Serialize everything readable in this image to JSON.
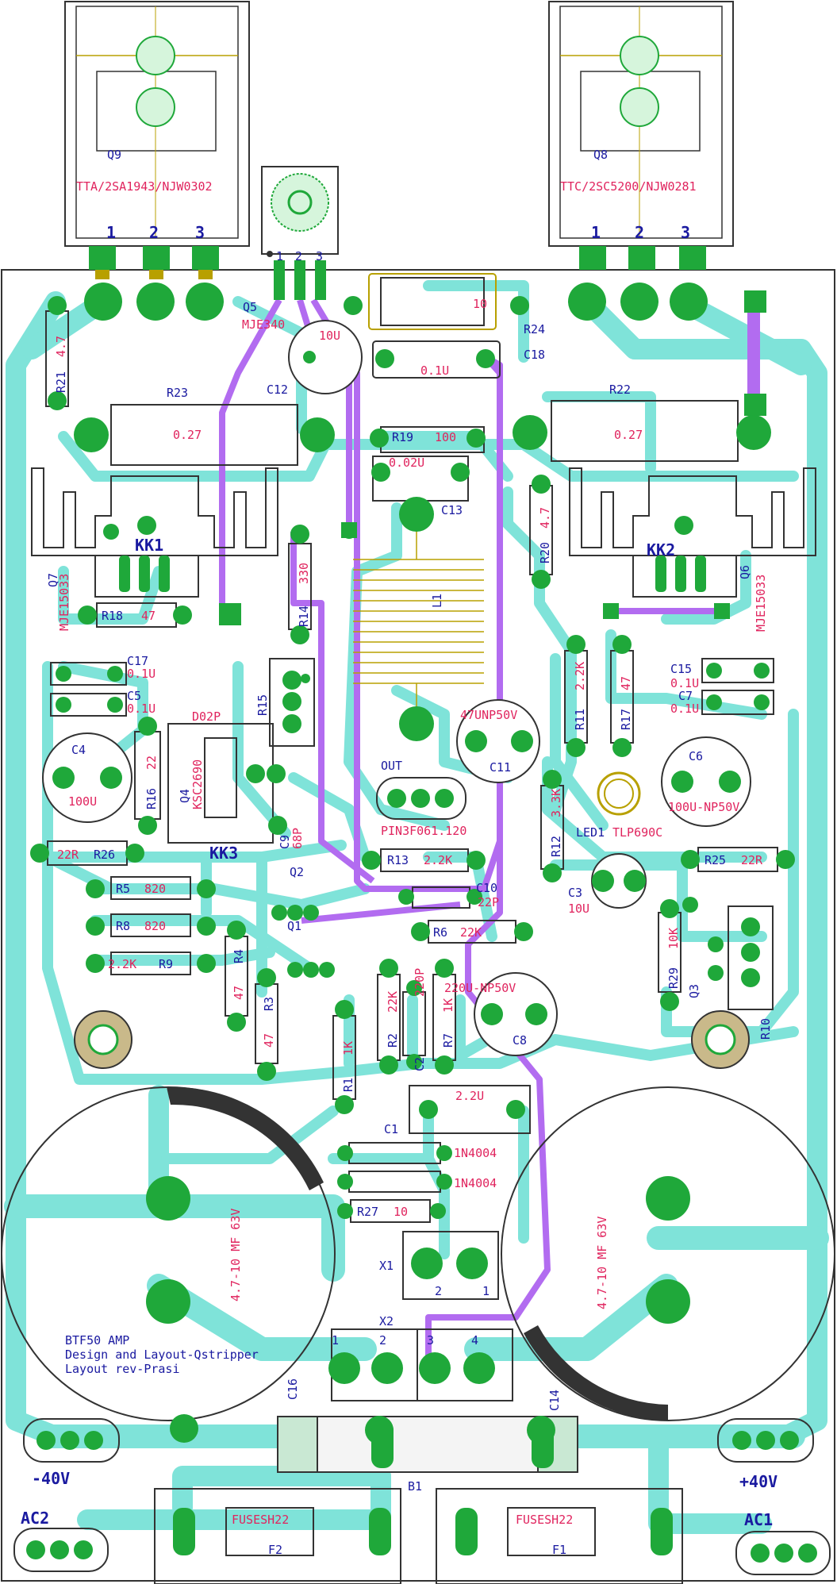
{
  "colors": {
    "trace": "#7fe3d9",
    "top_trace": "#b26cf0",
    "pad": "#1fa83a",
    "outline": "#333333",
    "blue_label": "#1a1aa0",
    "red_label": "#e0245e",
    "pin_gold": "#b8a000"
  },
  "labels": [
    {
      "id": "q9",
      "text": "Q9",
      "color": "blue"
    },
    {
      "id": "q9v",
      "text": "TTA/2SA1943/NJW0302",
      "color": "red"
    },
    {
      "id": "q8",
      "text": "Q8",
      "color": "blue"
    },
    {
      "id": "q8v",
      "text": "TTC/2SC5200/NJW0281",
      "color": "red"
    },
    {
      "id": "q9p1",
      "text": "1",
      "color": "blue"
    },
    {
      "id": "q9p2",
      "text": "2",
      "color": "blue"
    },
    {
      "id": "q9p3",
      "text": "3",
      "color": "blue"
    },
    {
      "id": "q8p1",
      "text": "1",
      "color": "blue"
    },
    {
      "id": "q8p2",
      "text": "2",
      "color": "blue"
    },
    {
      "id": "q8p3",
      "text": "3",
      "color": "blue"
    },
    {
      "id": "r15p1",
      "text": "1",
      "color": "blue"
    },
    {
      "id": "r15p2",
      "text": "2",
      "color": "blue"
    },
    {
      "id": "r15p3",
      "text": "3",
      "color": "blue"
    },
    {
      "id": "q5",
      "text": "Q5",
      "color": "blue"
    },
    {
      "id": "q5v",
      "text": "MJE340",
      "color": "red"
    },
    {
      "id": "c12v",
      "text": "10U",
      "color": "red"
    },
    {
      "id": "c12",
      "text": "C12",
      "color": "blue"
    },
    {
      "id": "r24v",
      "text": "10",
      "color": "red"
    },
    {
      "id": "r24",
      "text": "R24",
      "color": "blue"
    },
    {
      "id": "c18v",
      "text": "0.1U",
      "color": "red"
    },
    {
      "id": "c18",
      "text": "C18",
      "color": "blue"
    },
    {
      "id": "r21",
      "text": "R21",
      "color": "blue"
    },
    {
      "id": "r21v",
      "text": "4.7",
      "color": "red"
    },
    {
      "id": "r23",
      "text": "R23",
      "color": "blue"
    },
    {
      "id": "r23v",
      "text": "0.27",
      "color": "red"
    },
    {
      "id": "r22",
      "text": "R22",
      "color": "blue"
    },
    {
      "id": "r22v",
      "text": "0.27",
      "color": "red"
    },
    {
      "id": "r19",
      "text": "R19",
      "color": "blue"
    },
    {
      "id": "r19v",
      "text": "100",
      "color": "red"
    },
    {
      "id": "c13v",
      "text": "0.02U",
      "color": "red"
    },
    {
      "id": "c13",
      "text": "C13",
      "color": "blue"
    },
    {
      "id": "r20",
      "text": "R20",
      "color": "blue"
    },
    {
      "id": "r20v",
      "text": "4.7",
      "color": "red"
    },
    {
      "id": "kk1",
      "text": "KK1",
      "color": "blue"
    },
    {
      "id": "kk2",
      "text": "KK2",
      "color": "blue"
    },
    {
      "id": "q7",
      "text": "Q7",
      "color": "blue"
    },
    {
      "id": "q7v",
      "text": "MJE15033",
      "color": "red"
    },
    {
      "id": "q6",
      "text": "Q6",
      "color": "blue"
    },
    {
      "id": "q6v",
      "text": "MJE15033",
      "color": "red"
    },
    {
      "id": "r14",
      "text": "R14",
      "color": "blue"
    },
    {
      "id": "r14v",
      "text": "330",
      "color": "red"
    },
    {
      "id": "l1",
      "text": "L1",
      "color": "blue"
    },
    {
      "id": "r18",
      "text": "R18",
      "color": "blue"
    },
    {
      "id": "r18v",
      "text": "47",
      "color": "red"
    },
    {
      "id": "c17",
      "text": "C17",
      "color": "blue"
    },
    {
      "id": "c17v",
      "text": "0.1U",
      "color": "red"
    },
    {
      "id": "c5",
      "text": "C5",
      "color": "blue"
    },
    {
      "id": "c5v",
      "text": "0.1U",
      "color": "red"
    },
    {
      "id": "c15",
      "text": "C15",
      "color": "blue"
    },
    {
      "id": "c15v",
      "text": "0.1U",
      "color": "red"
    },
    {
      "id": "c7",
      "text": "C7",
      "color": "blue"
    },
    {
      "id": "c7v",
      "text": "0.1U",
      "color": "red"
    },
    {
      "id": "r15",
      "text": "R15",
      "color": "blue"
    },
    {
      "id": "d02p",
      "text": "D02P",
      "color": "red"
    },
    {
      "id": "r11",
      "text": "R11",
      "color": "blue"
    },
    {
      "id": "r11v",
      "text": "2.2K",
      "color": "red"
    },
    {
      "id": "r17",
      "text": "R17",
      "color": "blue"
    },
    {
      "id": "r17v",
      "text": "47",
      "color": "red"
    },
    {
      "id": "c11v",
      "text": "47UNP50V",
      "color": "red"
    },
    {
      "id": "c11",
      "text": "C11",
      "color": "blue"
    },
    {
      "id": "c4",
      "text": "C4",
      "color": "blue"
    },
    {
      "id": "c4v",
      "text": "100U",
      "color": "red"
    },
    {
      "id": "r16",
      "text": "R16",
      "color": "blue"
    },
    {
      "id": "r16v",
      "text": "22",
      "color": "red"
    },
    {
      "id": "q4",
      "text": "Q4",
      "color": "blue"
    },
    {
      "id": "q4v",
      "text": "KSC2690",
      "color": "red"
    },
    {
      "id": "c6",
      "text": "C6",
      "color": "blue"
    },
    {
      "id": "c6v",
      "text": "100U-NP50V",
      "color": "red"
    },
    {
      "id": "out",
      "text": "OUT",
      "color": "blue"
    },
    {
      "id": "outv",
      "text": "PIN3F061.120",
      "color": "red"
    },
    {
      "id": "c9",
      "text": "C9",
      "color": "blue"
    },
    {
      "id": "c9v",
      "text": "68P",
      "color": "red"
    },
    {
      "id": "kk3",
      "text": "KK3",
      "color": "blue"
    },
    {
      "id": "r12",
      "text": "R12",
      "color": "blue"
    },
    {
      "id": "r12v",
      "text": "3.3K",
      "color": "red"
    },
    {
      "id": "led1",
      "text": "LED1",
      "color": "blue"
    },
    {
      "id": "led1v",
      "text": "TLP690C",
      "color": "red"
    },
    {
      "id": "r26",
      "text": "R26",
      "color": "blue"
    },
    {
      "id": "r26v",
      "text": "22R",
      "color": "red"
    },
    {
      "id": "r13",
      "text": "R13",
      "color": "blue"
    },
    {
      "id": "r13v",
      "text": "2.2K",
      "color": "red"
    },
    {
      "id": "r25",
      "text": "R25",
      "color": "blue"
    },
    {
      "id": "r25v",
      "text": "22R",
      "color": "red"
    },
    {
      "id": "q2",
      "text": "Q2",
      "color": "blue"
    },
    {
      "id": "r5",
      "text": "R5",
      "color": "blue"
    },
    {
      "id": "r5v",
      "text": "820",
      "color": "red"
    },
    {
      "id": "c10",
      "text": "C10",
      "color": "blue"
    },
    {
      "id": "c10v",
      "text": "22P",
      "color": "red"
    },
    {
      "id": "c3",
      "text": "C3",
      "color": "blue"
    },
    {
      "id": "c3v",
      "text": "10U",
      "color": "red"
    },
    {
      "id": "r8",
      "text": "R8",
      "color": "blue"
    },
    {
      "id": "r8v",
      "text": "820",
      "color": "red"
    },
    {
      "id": "q1",
      "text": "Q1",
      "color": "blue"
    },
    {
      "id": "r6",
      "text": "R6",
      "color": "blue"
    },
    {
      "id": "r6v",
      "text": "22K",
      "color": "red"
    },
    {
      "id": "r29",
      "text": "R29",
      "color": "blue"
    },
    {
      "id": "r29v",
      "text": "10K",
      "color": "red"
    },
    {
      "id": "r9",
      "text": "R9",
      "color": "blue"
    },
    {
      "id": "r9v",
      "text": "2.2K",
      "color": "red"
    },
    {
      "id": "r4",
      "text": "R4",
      "color": "blue"
    },
    {
      "id": "r4v",
      "text": "47",
      "color": "red"
    },
    {
      "id": "q3",
      "text": "Q3",
      "color": "blue"
    },
    {
      "id": "r3",
      "text": "R3",
      "color": "blue"
    },
    {
      "id": "r3v",
      "text": "47",
      "color": "red"
    },
    {
      "id": "r2",
      "text": "R2",
      "color": "blue"
    },
    {
      "id": "r2v",
      "text": "22K",
      "color": "red"
    },
    {
      "id": "c2",
      "text": "C2",
      "color": "blue"
    },
    {
      "id": "c2v",
      "text": "220P",
      "color": "red"
    },
    {
      "id": "r7",
      "text": "R7",
      "color": "blue"
    },
    {
      "id": "r7v",
      "text": "1K",
      "color": "red"
    },
    {
      "id": "c8",
      "text": "C8",
      "color": "blue"
    },
    {
      "id": "c8v",
      "text": "220U-NP50V",
      "color": "red"
    },
    {
      "id": "r10",
      "text": "R10",
      "color": "blue"
    },
    {
      "id": "r1",
      "text": "R1",
      "color": "blue"
    },
    {
      "id": "r1v",
      "text": "1K",
      "color": "red"
    },
    {
      "id": "c1",
      "text": "C1",
      "color": "blue"
    },
    {
      "id": "c1v",
      "text": "2.2U",
      "color": "red"
    },
    {
      "id": "d1v",
      "text": "1N4004",
      "color": "red"
    },
    {
      "id": "d2v",
      "text": "1N4004",
      "color": "red"
    },
    {
      "id": "r27",
      "text": "R27",
      "color": "blue"
    },
    {
      "id": "r27v",
      "text": "10",
      "color": "red"
    },
    {
      "id": "x1",
      "text": "X1",
      "color": "blue"
    },
    {
      "id": "x1p2",
      "text": "2",
      "color": "blue"
    },
    {
      "id": "x1p1",
      "text": "1",
      "color": "blue"
    },
    {
      "id": "c16v",
      "text": "4.7-10 MF 63V",
      "color": "red"
    },
    {
      "id": "c14v",
      "text": "4.7-10 MF 63V",
      "color": "red"
    },
    {
      "id": "x2",
      "text": "X2",
      "color": "blue"
    },
    {
      "id": "x2p1",
      "text": "1",
      "color": "blue"
    },
    {
      "id": "x2p2",
      "text": "2",
      "color": "blue"
    },
    {
      "id": "x2p3",
      "text": "3",
      "color": "blue"
    },
    {
      "id": "x2p4",
      "text": "4",
      "color": "blue"
    },
    {
      "id": "c16",
      "text": "C16",
      "color": "blue"
    },
    {
      "id": "c14",
      "text": "C14",
      "color": "blue"
    },
    {
      "id": "note1",
      "text": "BTF50 AMP",
      "color": "blue"
    },
    {
      "id": "note2",
      "text": "Design and Layout-Qstripper",
      "color": "blue"
    },
    {
      "id": "note3",
      "text": "Layout rev-Prasi",
      "color": "blue"
    },
    {
      "id": "neg40",
      "text": "-40V",
      "color": "blue"
    },
    {
      "id": "pos40",
      "text": "+40V",
      "color": "blue"
    },
    {
      "id": "b1",
      "text": "B1",
      "color": "blue"
    },
    {
      "id": "ac2",
      "text": "AC2",
      "color": "blue"
    },
    {
      "id": "ac1",
      "text": "AC1",
      "color": "blue"
    },
    {
      "id": "f2v",
      "text": "FUSESH22",
      "color": "red"
    },
    {
      "id": "f2",
      "text": "F2",
      "color": "blue"
    },
    {
      "id": "f1v",
      "text": "FUSESH22",
      "color": "red"
    },
    {
      "id": "f1",
      "text": "F1",
      "color": "blue"
    }
  ]
}
